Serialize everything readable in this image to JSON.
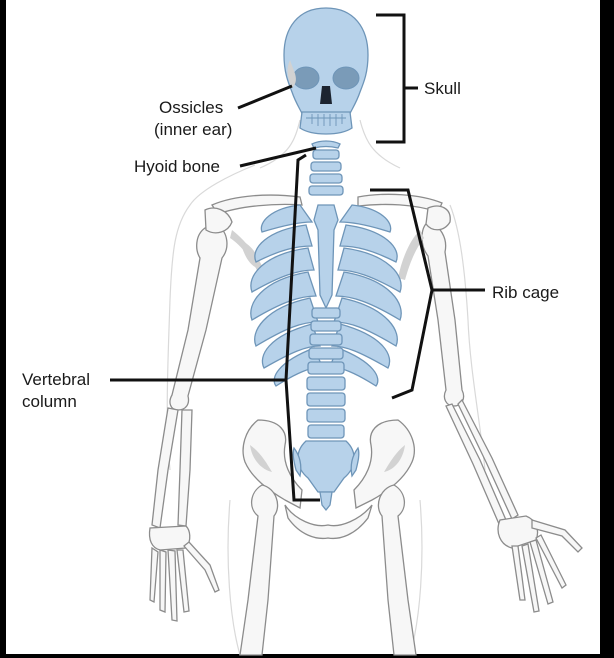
{
  "labels": {
    "skull": "Skull",
    "ossicles_line1": "Ossicles",
    "ossicles_line2": "(inner ear)",
    "hyoid": "Hyoid bone",
    "rib_cage": "Rib cage",
    "vertebral_line1": "Vertebral",
    "vertebral_line2": "column"
  },
  "colors": {
    "axial_bone_fill": "#b7d2ea",
    "axial_bone_stroke": "#6e95b8",
    "appendicular_fill": "#f7f7f7",
    "appendicular_stroke": "#8c8c8c",
    "shadow": "#cfcfcf",
    "leader_line": "#111111",
    "frame": "#000000"
  }
}
